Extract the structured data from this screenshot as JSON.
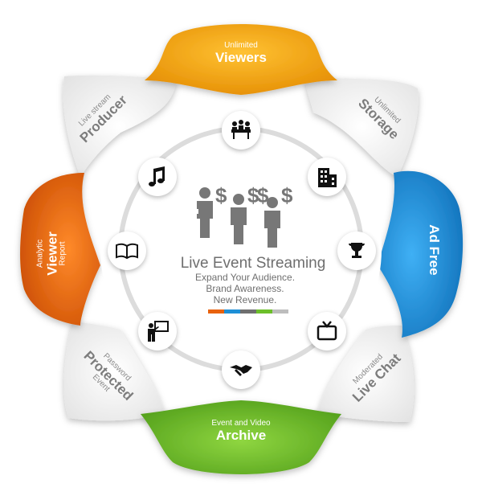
{
  "colors": {
    "orange_top": "#f39c12",
    "blue_right": "#1e8fd6",
    "green_bottom": "#6cbf2a",
    "orange_left": "#e8620e",
    "gray_petal": "#f2f2f2",
    "ring": "#dcdcdc",
    "text_gray": "#6f6f6f"
  },
  "center": {
    "title": "Live Event Streaming",
    "line1": "Expand Your Audience.",
    "line2": "Brand Awareness.",
    "line3": "New Revenue."
  },
  "segments": {
    "viewers": {
      "small": "Unlimited",
      "big": "Viewers"
    },
    "storage": {
      "small": "Unlimited",
      "big": "Storage"
    },
    "adfree": {
      "big": "Ad Free"
    },
    "livechat": {
      "small": "Moderated",
      "big": "Live Chat"
    },
    "archive": {
      "small": "Event and Video",
      "big": "Archive"
    },
    "protected": {
      "small": "Password",
      "big": "Protected",
      "small2": "Event"
    },
    "report": {
      "small": "Analytic",
      "big": "Viewer",
      "small2": "Report"
    },
    "producer": {
      "small": "Live stream",
      "big": "Producer"
    }
  },
  "icons": [
    "meeting-icon",
    "building-icon",
    "trophy-icon",
    "tv-icon",
    "handshake-icon",
    "presenter-icon",
    "book-icon",
    "music-note-icon"
  ],
  "color_bar": [
    "#e8620e",
    "#1e8fd6",
    "#6f6f6f",
    "#6cbf2a",
    "#bdbdbd"
  ]
}
